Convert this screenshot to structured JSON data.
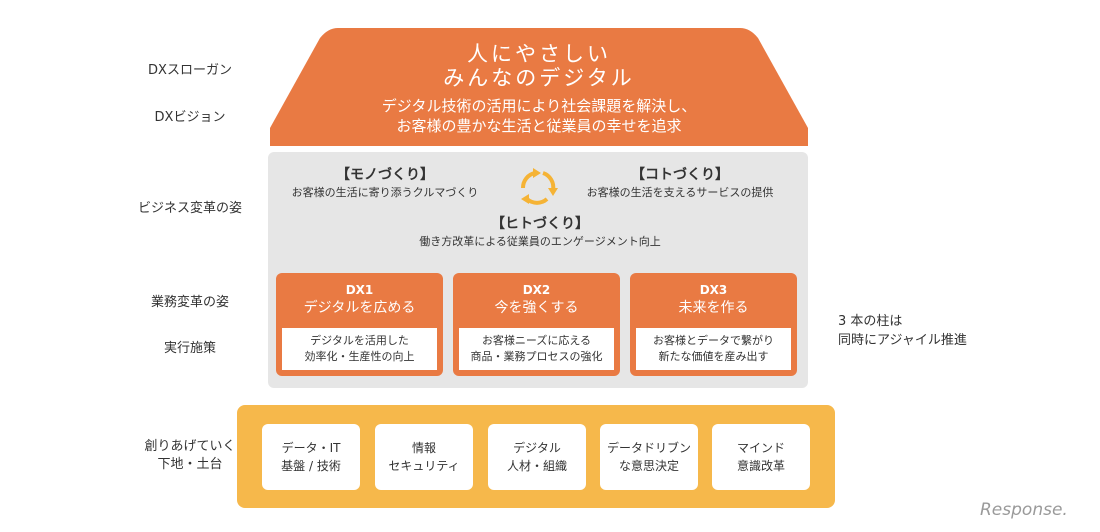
{
  "left_labels": [
    "DXスローガン",
    "DXビジョン",
    "ビジネス変革の姿",
    "業務変革の姿",
    "実行施策",
    "創りあげていく",
    "下地・土台"
  ],
  "slogan": [
    "人にやさしい",
    "みんなのデジタル"
  ],
  "vision": [
    "デジタル技術の活用により社会課題を解決し、",
    "お客様の豊かな生活と従業員の幸せを追求"
  ],
  "business": [
    {
      "title": "【モノづくり】",
      "desc": "お客様の生活に寄り添うクルマづくり"
    },
    {
      "title": "【コトづくり】",
      "desc": "お客様の生活を支えるサービスの提供"
    },
    {
      "title": "【ヒトづくり】",
      "desc": "働き方改革による従業員のエンゲージメント向上"
    }
  ],
  "dx": [
    {
      "tag": "DX1",
      "name": "デジタルを広める",
      "l1": "デジタルを活用した",
      "l2": "効率化・生産性の向上"
    },
    {
      "tag": "DX2",
      "name": "今を強くする",
      "l1": "お客様ニーズに応える",
      "l2": "商品・業務プロセスの強化"
    },
    {
      "tag": "DX3",
      "name": "未来を作る",
      "l1": "お客様とデータで繋がり",
      "l2": "新たな価値を産み出す"
    }
  ],
  "side_note": [
    "3 本の柱は",
    "同時にアジャイル推進"
  ],
  "foundation": [
    {
      "l1": "データ・IT",
      "l2": "基盤 / 技術"
    },
    {
      "l1": "情報",
      "l2": "セキュリティ"
    },
    {
      "l1": "デジタル",
      "l2": "人材・組織"
    },
    {
      "l1": "データドリブン",
      "l2": "な意思決定"
    },
    {
      "l1": "マインド",
      "l2": "意識改革"
    }
  ],
  "watermark": "Response.",
  "colors": {
    "orange": "#e97a43",
    "gray": "#e6e6e6",
    "yellow": "#f6b84b",
    "cycle": "#f5b335"
  }
}
